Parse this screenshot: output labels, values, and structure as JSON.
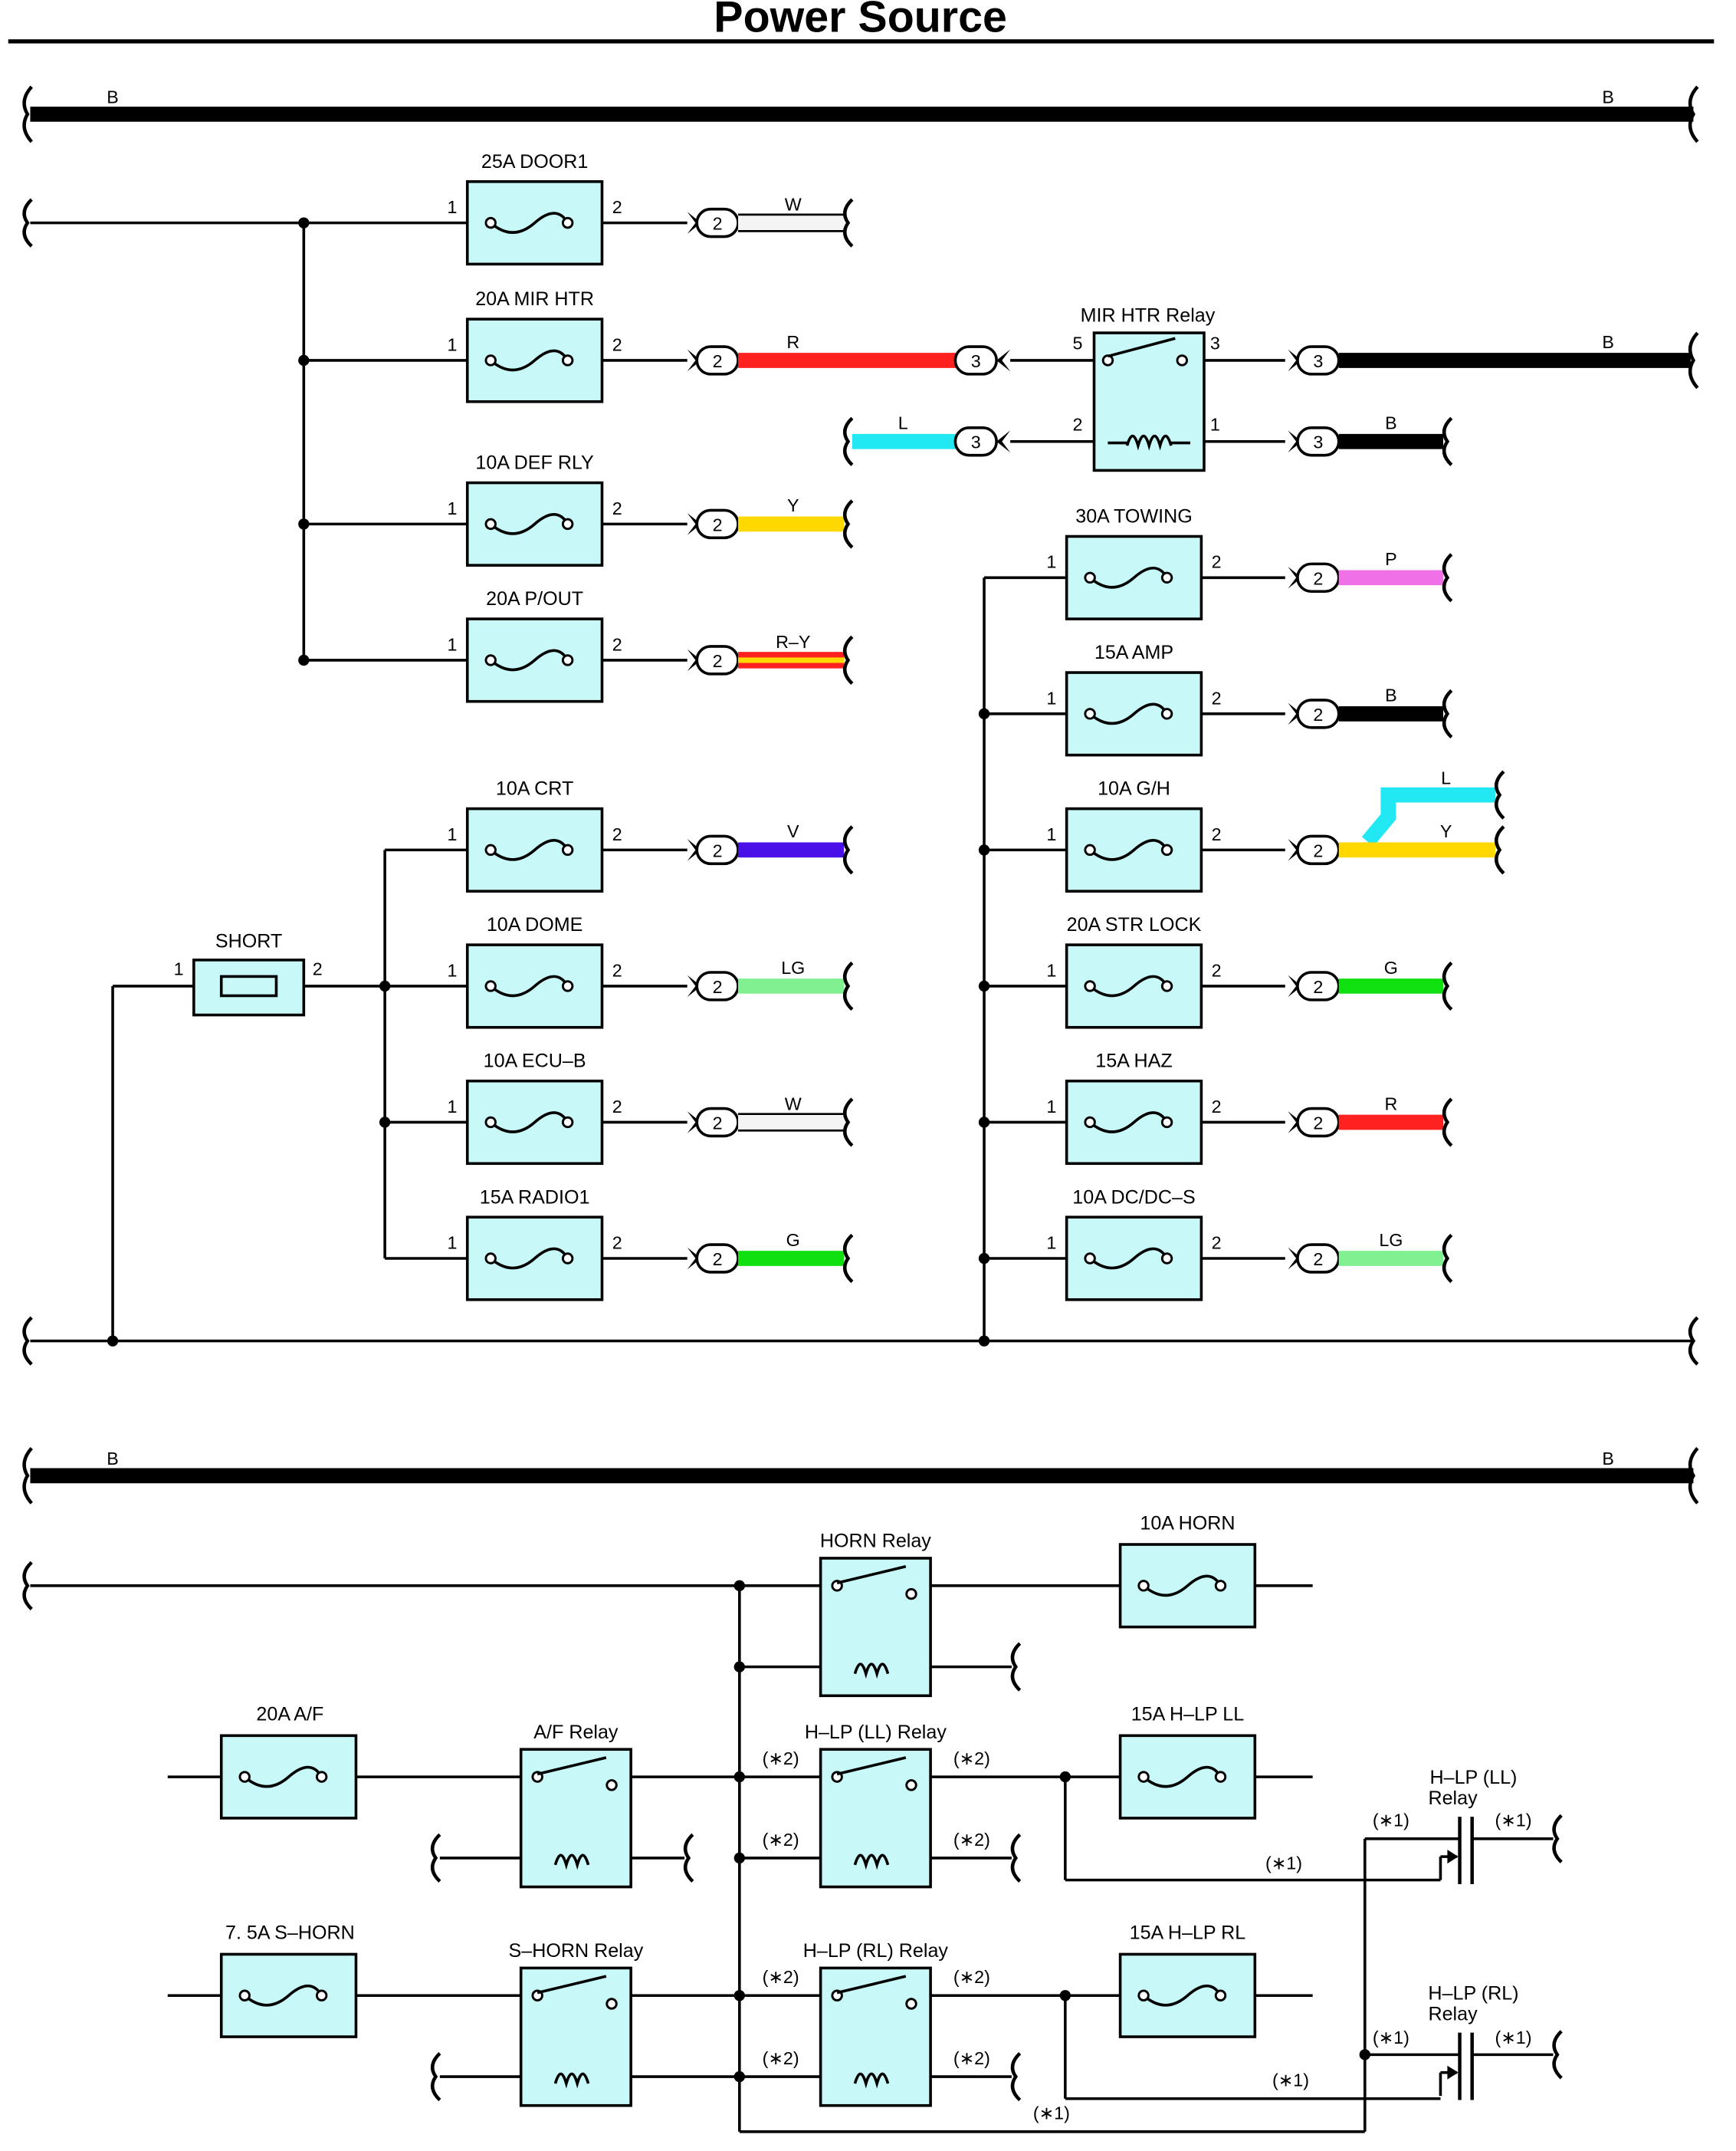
{
  "title": "Power Source",
  "colors": {
    "box_fill": "#c8f8f8",
    "stroke": "#000000",
    "W": "#f4f4f4",
    "R": "#ff2020",
    "Y": "#ffd800",
    "L": "#22e8f4",
    "B": "#000000",
    "P": "#f070e8",
    "V": "#4a10e8",
    "LG": "#80f090",
    "G": "#10e010"
  },
  "buses": {
    "top_bus_label": "B",
    "lower_bus_label": "B"
  },
  "top_fuses": [
    {
      "label": "25A DOOR1",
      "pin1": "1",
      "pin2": "2",
      "connector": "2",
      "wire_color": "W"
    },
    {
      "label": "20A MIR HTR",
      "pin1": "1",
      "pin2": "2",
      "connector": "2",
      "wire_color": "R"
    },
    {
      "label": "10A DEF RLY",
      "pin1": "1",
      "pin2": "2",
      "connector": "2",
      "wire_color": "Y"
    },
    {
      "label": "20A P/OUT",
      "pin1": "1",
      "pin2": "2",
      "connector": "2",
      "wire_color": "R–Y"
    }
  ],
  "mir_htr_relay": {
    "label": "MIR HTR Relay",
    "pin5": "5",
    "pin3": "3",
    "pin2": "2",
    "pin1": "1",
    "conn_in": "3",
    "conn_out": "3",
    "conn_coil_in": "3",
    "conn_coil_out": "3",
    "switch_out_wire": "B",
    "coil_in_wire": "L",
    "coil_out_wire": "B"
  },
  "short_fuse": {
    "label": "SHORT",
    "pin1": "1",
    "pin2": "2"
  },
  "short_fuses": [
    {
      "label": "10A CRT",
      "pin1": "1",
      "pin2": "2",
      "connector": "2",
      "wire_color": "V"
    },
    {
      "label": "10A DOME",
      "pin1": "1",
      "pin2": "2",
      "connector": "2",
      "wire_color": "LG"
    },
    {
      "label": "10A ECU–B",
      "pin1": "1",
      "pin2": "2",
      "connector": "2",
      "wire_color": "W"
    },
    {
      "label": "15A RADIO1",
      "pin1": "1",
      "pin2": "2",
      "connector": "2",
      "wire_color": "G"
    }
  ],
  "right_fuses": [
    {
      "label": "30A TOWING",
      "pin1": "1",
      "pin2": "2",
      "connector": "2",
      "wire_color": "P"
    },
    {
      "label": "15A AMP",
      "pin1": "1",
      "pin2": "2",
      "connector": "2",
      "wire_color": "B"
    },
    {
      "label": "10A G/H",
      "pin1": "1",
      "pin2": "2",
      "connector": "2",
      "wire_color": "Y",
      "wire_color_2": "L"
    },
    {
      "label": "20A STR LOCK",
      "pin1": "1",
      "pin2": "2",
      "connector": "2",
      "wire_color": "G"
    },
    {
      "label": "15A HAZ",
      "pin1": "1",
      "pin2": "2",
      "connector": "2",
      "wire_color": "R"
    },
    {
      "label": "10A DC/DC–S",
      "pin1": "1",
      "pin2": "2",
      "connector": "2",
      "wire_color": "LG"
    }
  ],
  "lower": {
    "horn_relay": "HORN Relay",
    "horn_fuse": "10A HORN",
    "af_fuse": "20A A/F",
    "af_relay": "A/F Relay",
    "hlp_ll_relay": "H–LP (LL) Relay",
    "hlp_ll_fuse": "15A H–LP LL",
    "shorn_fuse": "7. 5A S–HORN",
    "shorn_relay": "S–HORN Relay",
    "hlp_rl_relay": "H–LP (RL) Relay",
    "hlp_rl_fuse": "15A H–LP RL",
    "fet_ll_line1": "H–LP (LL)",
    "fet_ll_line2": "Relay",
    "fet_rl_line1": "H–LP (RL)",
    "fet_rl_line2": "Relay",
    "note2": "(∗2)",
    "note1": "(∗1)"
  }
}
